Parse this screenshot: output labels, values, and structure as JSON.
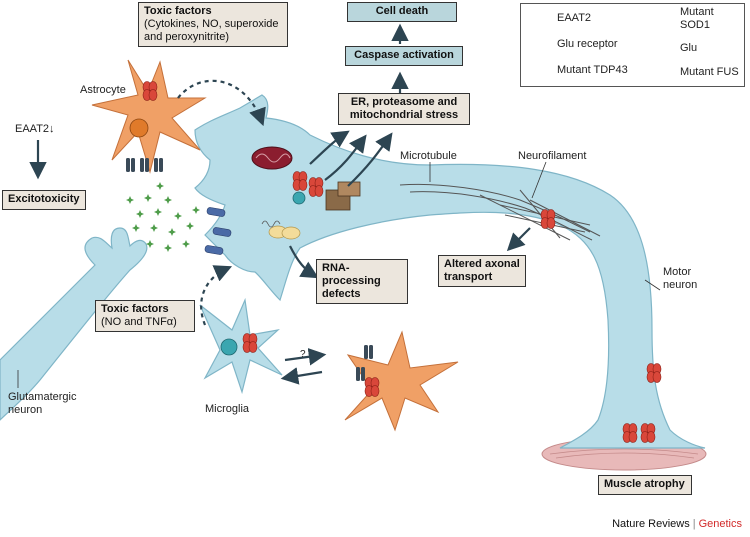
{
  "labels": {
    "astrocyte": "Astrocyte",
    "eaat2_down": "EAAT2↓",
    "microtubule": "Microtubule",
    "neurofilament": "Neurofilament",
    "motor_neuron_line1": "Motor",
    "motor_neuron_line2": "neuron",
    "glutamatergic_line1": "Glutamatergic",
    "glutamatergic_line2": "neuron",
    "microglia": "Microglia",
    "question": "?"
  },
  "boxes": {
    "toxic_factors_top_title": "Toxic factors",
    "toxic_factors_top_detail1": "(Cytokines, NO, superoxide",
    "toxic_factors_top_detail2": "and peroxynitrite)",
    "cell_death": "Cell death",
    "caspase": "Caspase activation",
    "er_stress_line1": "ER, proteasome and",
    "er_stress_line2": "mitochondrial stress",
    "excitotoxicity": "Excitotoxicity",
    "rna_line1": "RNA-processing",
    "rna_line2": "defects",
    "axonal_line1": "Altered axonal",
    "axonal_line2": "transport",
    "toxic_factors_low_title": "Toxic factors",
    "toxic_factors_low_detail": "(NO and TNFα)",
    "muscle_atrophy": "Muscle atrophy"
  },
  "legend": {
    "eaat2": "EAAT2",
    "glu_receptor": "Glu receptor",
    "mutant_tdp43": "Mutant TDP43",
    "mutant_sod1_line1": "Mutant",
    "mutant_sod1_line2": "SOD1",
    "glu": "Glu",
    "mutant_fus": "Mutant FUS"
  },
  "colors": {
    "neuron_fill": "#b8dde8",
    "neuron_stroke": "#7fb5c7",
    "astrocyte_fill": "#f0a066",
    "sod1_red": "#d9473a",
    "glu_green": "#4f9d4a",
    "box_beige": "#ece6dd",
    "box_teal": "#b9d6dc",
    "arrow": "#2d4552",
    "muscle": "#e8b9b9"
  },
  "footer": {
    "journal": "Nature Reviews",
    "subject": "Genetics"
  }
}
